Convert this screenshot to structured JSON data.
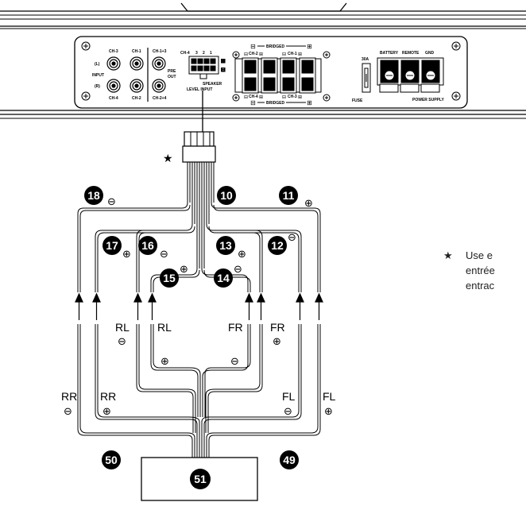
{
  "amp": {
    "input_labels": {
      "ch3": "CH-3",
      "ch1": "CH-1",
      "ch13": "CH-1+3",
      "l": "(L)",
      "input": "INPUT",
      "r": "(R)",
      "ch4": "CH-4",
      "ch2": "CH-2",
      "ch24": "CH-2+4",
      "pre": "PRE",
      "out": "OUT"
    },
    "speaker_input": {
      "ch4": "CH-4",
      "n3": "3",
      "n2": "2",
      "n1": "1",
      "speaker": "SPEAKER",
      "level_input": "LEVEL INPUT"
    },
    "bridged_top": "BRIDGED",
    "bridged_bottom": "BRIDGED",
    "ch2": "CH-2",
    "ch1": "CH-1",
    "ch4": "CH-4",
    "ch3": "CH-3",
    "fuse_rating": "30A",
    "fuse": "FUSE",
    "battery": "BATTERY",
    "remote": "REMOTE",
    "gnd": "GND",
    "power_supply": "POWER SUPPLY"
  },
  "callouts": {
    "n18": "18",
    "n10": "10",
    "n11": "11",
    "n17": "17",
    "n16": "16",
    "n13": "13",
    "n12": "12",
    "n15": "15",
    "n14": "14",
    "n50": "50",
    "n49": "49",
    "n51": "51"
  },
  "wire_labels": {
    "rl_outer": "RL",
    "rl_inner": "RL",
    "fr_inner": "FR",
    "fr_outer": "FR",
    "rr_outer": "RR",
    "rr_inner": "RR",
    "fl_inner": "FL",
    "fl_outer": "FL"
  },
  "symbols": {
    "plus": "⊕",
    "minus": "⊖",
    "star": "★"
  },
  "note": {
    "star": "★",
    "line1": "Use e",
    "line2": "entrée",
    "line3": "entrac"
  }
}
